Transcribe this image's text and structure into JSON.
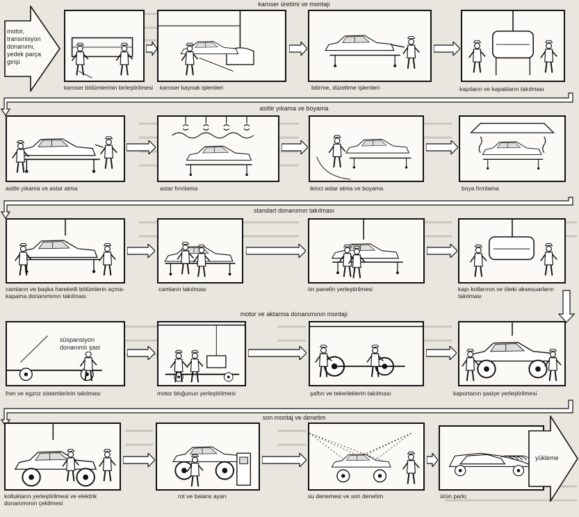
{
  "entry_label": "motor, transmisyon donanımı, yedek parça girişi",
  "exit_label": "yükleme",
  "sections": {
    "s1": "karoser üretimi ve montajı",
    "s2": "asitle yıkama ve boyama",
    "s3": "standart donanımın takılması",
    "s4": "motor ve aktarma donanımının montajı",
    "s5": "son montaj ve denetim"
  },
  "steps": {
    "r1c1": "karoser bölümlerinin birleştirilmesi",
    "r1c2": "karoser kaynak işlemleri",
    "r1c3": "bitirme, düzeltme işlemleri",
    "r1c4": "kapıların ve kapakların takılması",
    "r2c1": "asitle yıkama ve astar atma",
    "r2c2": "astar fırınlama",
    "r2c3": "ikinci astar atma ve boyama",
    "r2c4": "boya fırınlama",
    "r3c1": "camların ve başka hareketli bölümlerin açma- kapama donanımının takılması",
    "r3c2": "camların takılması",
    "r3c3": "ön panelin yerleştirilmesi",
    "r3c4": "kapı kollarının ve öteki aksesuarların takılması",
    "r4c1": "fren ve egzoz sistemlerinin takılması",
    "r4c2": "motor bloğunun yerleştirilmesi",
    "r4c3": "şaftın ve tekerleklerin takılması",
    "r4c4": "kaportanın şasiye yerleştirilmesi",
    "r5c1": "koltukların yerleştirilmesi ve elektrik donanımının çekilmesi",
    "r5c2": "rot ve balans ayarı",
    "r5c3": "su denemesi ve son denetim",
    "r5c4": "ürün parkı"
  },
  "inpanel": {
    "chassis": "süspansiyon donanımlı şasi"
  }
}
